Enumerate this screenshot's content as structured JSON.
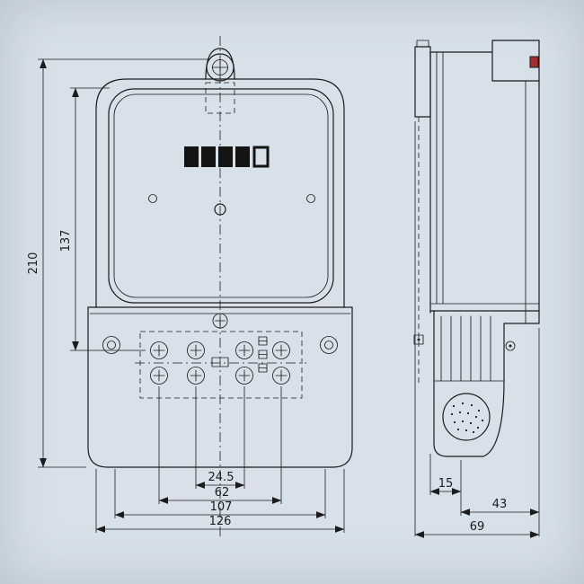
{
  "page": {
    "background": "#d8e1ea",
    "line_color": "#1b1b1b",
    "seal_color": "#a82c2c",
    "display_fill": "#141414"
  },
  "dimensions": {
    "front": {
      "overall_height": "210",
      "cover_height": "137",
      "terminal_pitch": "24.5",
      "terminal_span": "62",
      "mounting_width": "107",
      "overall_width": "126"
    },
    "side": {
      "front_step_depth": "15",
      "terminal_cover_depth": "43",
      "overall_depth": "69"
    }
  }
}
